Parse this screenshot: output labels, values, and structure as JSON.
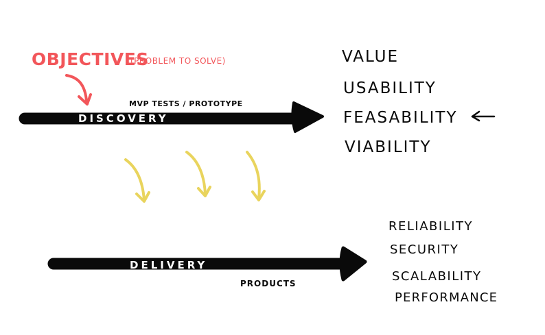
{
  "objectives": {
    "title": "OBJECTIVES",
    "subtitle": "(PROBLEM TO SOLVE)"
  },
  "discovery": {
    "label": "DISCOVERY",
    "note": "MVP TESTS / PROTOTYPE"
  },
  "discovery_risks": [
    "VALUE",
    "USABILITY",
    "FEASABILITY",
    "VIABILITY"
  ],
  "delivery": {
    "label": "DELIVERY",
    "note": "PRODUCTS"
  },
  "delivery_qualities": [
    "RELIABILITY",
    "SECURITY",
    "SCALABILITY",
    "PERFORMANCE"
  ],
  "colors": {
    "ink": "#0a0a0a",
    "objectives": "#f2565a",
    "flow_arrows": "#e9d45d",
    "label_text": "#ffffff"
  }
}
